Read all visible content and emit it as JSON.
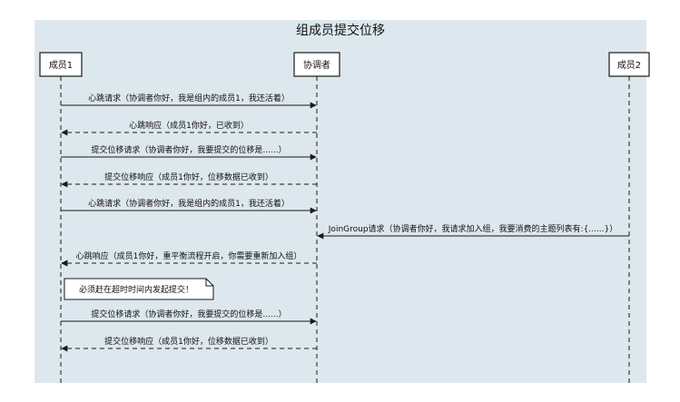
{
  "title": "组成员提交位移",
  "participants": [
    {
      "id": "member1",
      "label": "成员1"
    },
    {
      "id": "coordinator",
      "label": "协调者"
    },
    {
      "id": "member2",
      "label": "成员2"
    }
  ],
  "messages": [
    {
      "from": "member1",
      "to": "coordinator",
      "style": "solid",
      "label": "心跳请求（协调者你好，我是组内的成员1，我还活着）"
    },
    {
      "from": "coordinator",
      "to": "member1",
      "style": "dashed",
      "label": "心跳响应（成员1你好，已收到）"
    },
    {
      "from": "member1",
      "to": "coordinator",
      "style": "solid",
      "label": "提交位移请求（协调者你好，我要提交的位移是......）"
    },
    {
      "from": "coordinator",
      "to": "member1",
      "style": "dashed",
      "label": "提交位移响应（成员1你好，位移数据已收到）"
    },
    {
      "from": "member1",
      "to": "coordinator",
      "style": "solid",
      "label": "心跳请求（协调者你好，我是组内的成员1，我还活着）"
    },
    {
      "from": "member2",
      "to": "coordinator",
      "style": "solid",
      "label": "JoinGroup请求（协调者你好，我请求加入组，我要消费的主题列表有:{......}）"
    },
    {
      "from": "coordinator",
      "to": "member1",
      "style": "dashed",
      "label": "心跳响应（成员1你好，重平衡流程开启，你需要重新加入组）"
    },
    {
      "from": "coordinator",
      "to": "member1",
      "style": "dashed",
      "label": ""
    },
    {
      "from": "member1",
      "to": "coordinator",
      "style": "solid",
      "label": "提交位移请求（协调者你好，我要提交的位移是......）"
    },
    {
      "from": "coordinator",
      "to": "member1",
      "style": "dashed",
      "label": "提交位移响应（成员1你好，位移数据已收到）"
    }
  ],
  "note": {
    "text": "必须赶在超时时间内发起提交！"
  },
  "colors": {
    "background": "#dde7ee",
    "line": "#1a1a1a",
    "box_fill": "#ffffff",
    "note_fill": "#ffffff"
  }
}
